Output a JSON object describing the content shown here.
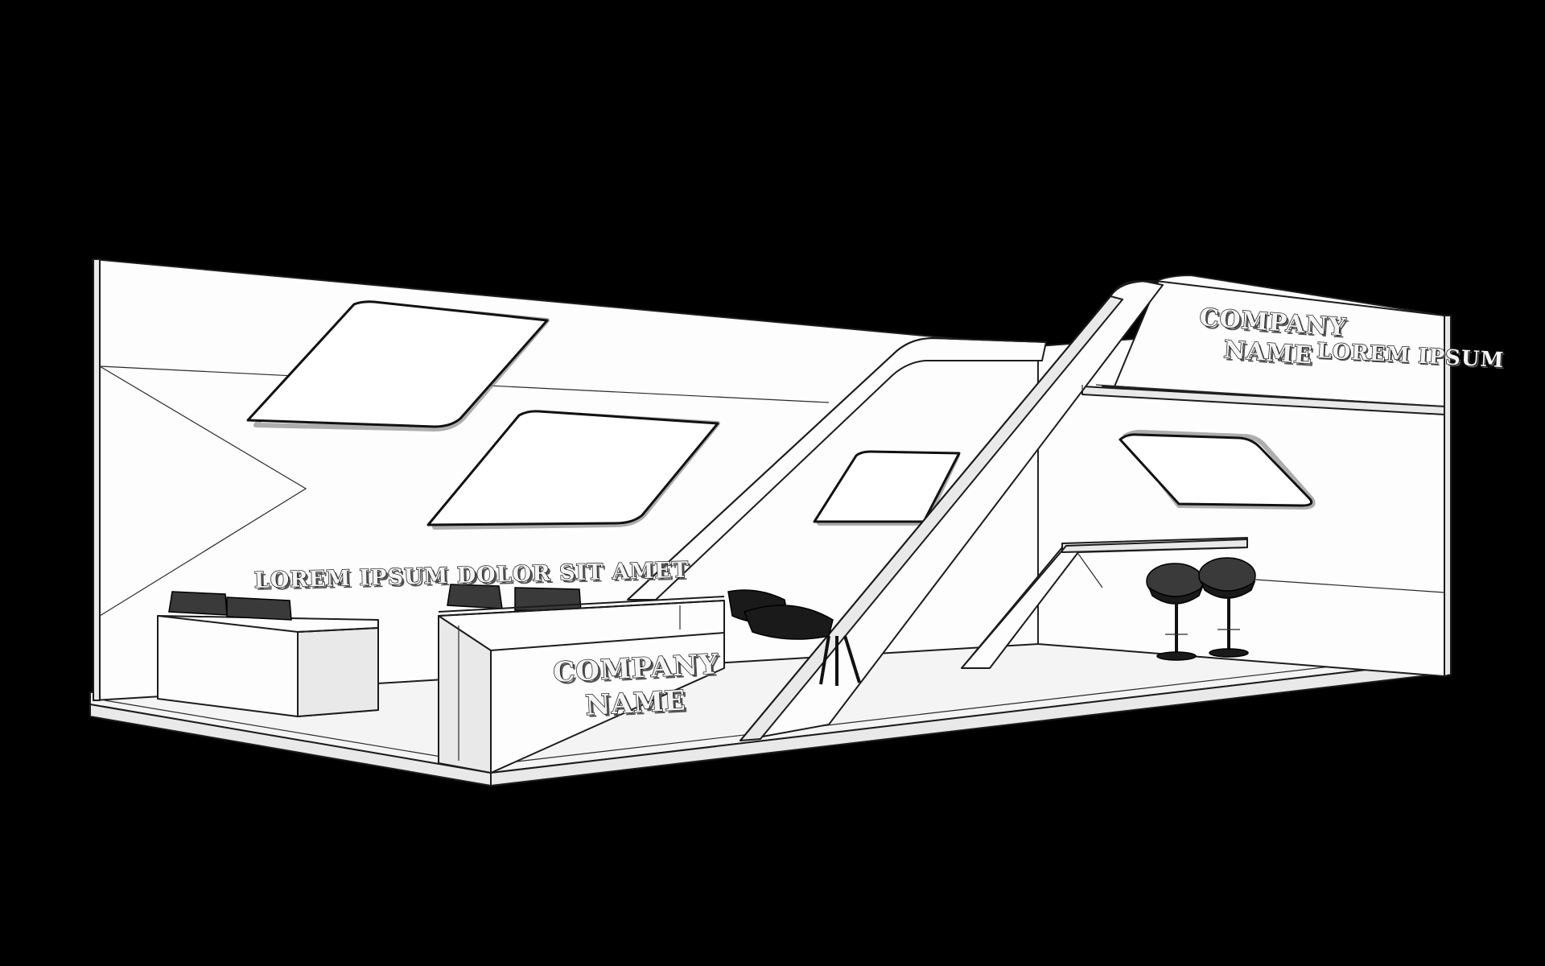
{
  "scene": {
    "background_color": "#000000",
    "booth_color": "#ffffff",
    "line_color": "#1c1c1c"
  },
  "signage": {
    "back_wall_slogan": "LOREM IPSUM DOLOR SIT AMET",
    "counter_company_line1": "COMPANY",
    "counter_company_line2": "NAME",
    "header_company_line1": "COMPANY",
    "header_company_line2": "NAME",
    "header_slogan": "LOREM IPSUM"
  }
}
